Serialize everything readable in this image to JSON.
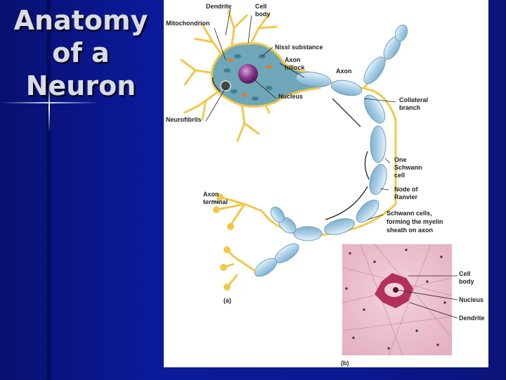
{
  "slide": {
    "title_lines": [
      "Anatomy",
      "of a",
      "Neuron"
    ]
  },
  "diagram": {
    "labels_a": {
      "dendrite": "Dendrite",
      "cell_body_1": "Cell",
      "cell_body_2": "body",
      "mitochondrion": "Mitochondrion",
      "nissl": "Nissl substance",
      "axon_hillock_1": "Axon",
      "axon_hillock_2": "hillock",
      "axon": "Axon",
      "nucleus": "Nucleus",
      "neurofibrils": "Neurofibrils",
      "collateral_1": "Collateral",
      "collateral_2": "branch",
      "schwann_1": "One",
      "schwann_2": "Schwann",
      "schwann_3": "cell",
      "ranvier_1": "Node of",
      "ranvier_2": "Ranvier",
      "axon_terminal_1": "Axon",
      "axon_terminal_2": "terminal",
      "myelin_1": "Schwann cells,",
      "myelin_2": "forming the myelin",
      "myelin_3": "sheath on axon",
      "panel_a": "(a)"
    },
    "labels_b": {
      "cell_body_1": "Cell",
      "cell_body_2": "body",
      "nucleus": "Nucleus",
      "dendrite": "Dendrite",
      "panel_b": "(b)"
    },
    "colors": {
      "dendrite_yellow": "#f2c84a",
      "myelin_blue": "#a9cfe6",
      "soma_teal": "#6fa7b8",
      "nucleus_purple": "#8a3a8c",
      "micrograph_pink": "#e6b7c4"
    }
  }
}
